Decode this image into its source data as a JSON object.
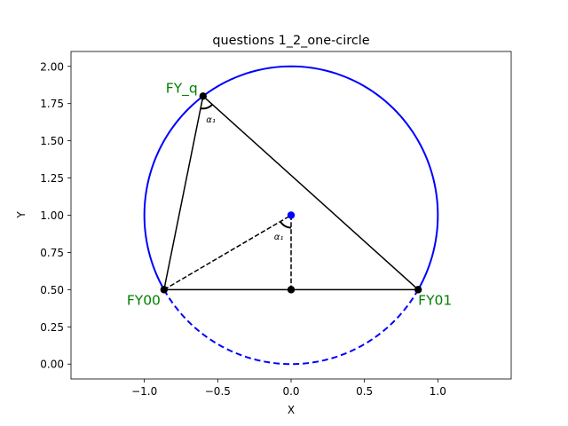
{
  "chart_data": {
    "type": "geometry",
    "title": "questions 1_2_one-circle",
    "xlabel": "X",
    "ylabel": "Y",
    "xlim": [
      -1.5,
      1.5
    ],
    "ylim": [
      -0.1,
      2.1
    ],
    "xticks": [
      {
        "value": -1.0,
        "label": "−1.0"
      },
      {
        "value": -0.5,
        "label": "−0.5"
      },
      {
        "value": 0.0,
        "label": "0.0"
      },
      {
        "value": 0.5,
        "label": "0.5"
      },
      {
        "value": 1.0,
        "label": "1.0"
      }
    ],
    "yticks": [
      {
        "value": 0.0,
        "label": "0.00"
      },
      {
        "value": 0.25,
        "label": "0.25"
      },
      {
        "value": 0.5,
        "label": "0.50"
      },
      {
        "value": 0.75,
        "label": "0.75"
      },
      {
        "value": 1.0,
        "label": "1.00"
      },
      {
        "value": 1.25,
        "label": "1.25"
      },
      {
        "value": 1.5,
        "label": "1.50"
      },
      {
        "value": 1.75,
        "label": "1.75"
      },
      {
        "value": 2.0,
        "label": "2.00"
      }
    ],
    "grid": false,
    "circle": {
      "center": [
        0,
        1
      ],
      "radius": 1,
      "color": "#0000ff"
    },
    "points": [
      {
        "name": "FY_q",
        "x": -0.6,
        "y": 1.8,
        "label": "FY_q",
        "color": "#000000",
        "label_color": "#008000"
      },
      {
        "name": "FY00",
        "x": -0.866,
        "y": 0.5,
        "label": "FY00",
        "color": "#000000",
        "label_color": "#008000"
      },
      {
        "name": "FY01",
        "x": 0.866,
        "y": 0.5,
        "label": "FY01",
        "color": "#000000",
        "label_color": "#008000"
      },
      {
        "name": "center",
        "x": 0.0,
        "y": 1.0,
        "label": "",
        "color": "#0000ff"
      },
      {
        "name": "midpoint",
        "x": 0.0,
        "y": 0.5,
        "label": "",
        "color": "#000000"
      }
    ],
    "segments": [
      {
        "from": "FY_q",
        "to": "FY00",
        "style": "solid"
      },
      {
        "from": "FY_q",
        "to": "FY01",
        "style": "solid"
      },
      {
        "from": "FY00",
        "to": "FY01",
        "style": "solid"
      },
      {
        "from": "FY00",
        "to": "center",
        "style": "dashed"
      },
      {
        "from": "center",
        "to": "midpoint",
        "style": "dashed"
      }
    ],
    "angles": [
      {
        "at": "FY_q",
        "between": [
          "FY00",
          "FY01"
        ],
        "label": "α₁"
      },
      {
        "at": "center",
        "between": [
          "FY00",
          "midpoint"
        ],
        "label": "α₁"
      }
    ]
  },
  "colors": {
    "circle": "#0000ff",
    "lines": "#000000",
    "labels": "#008000"
  }
}
